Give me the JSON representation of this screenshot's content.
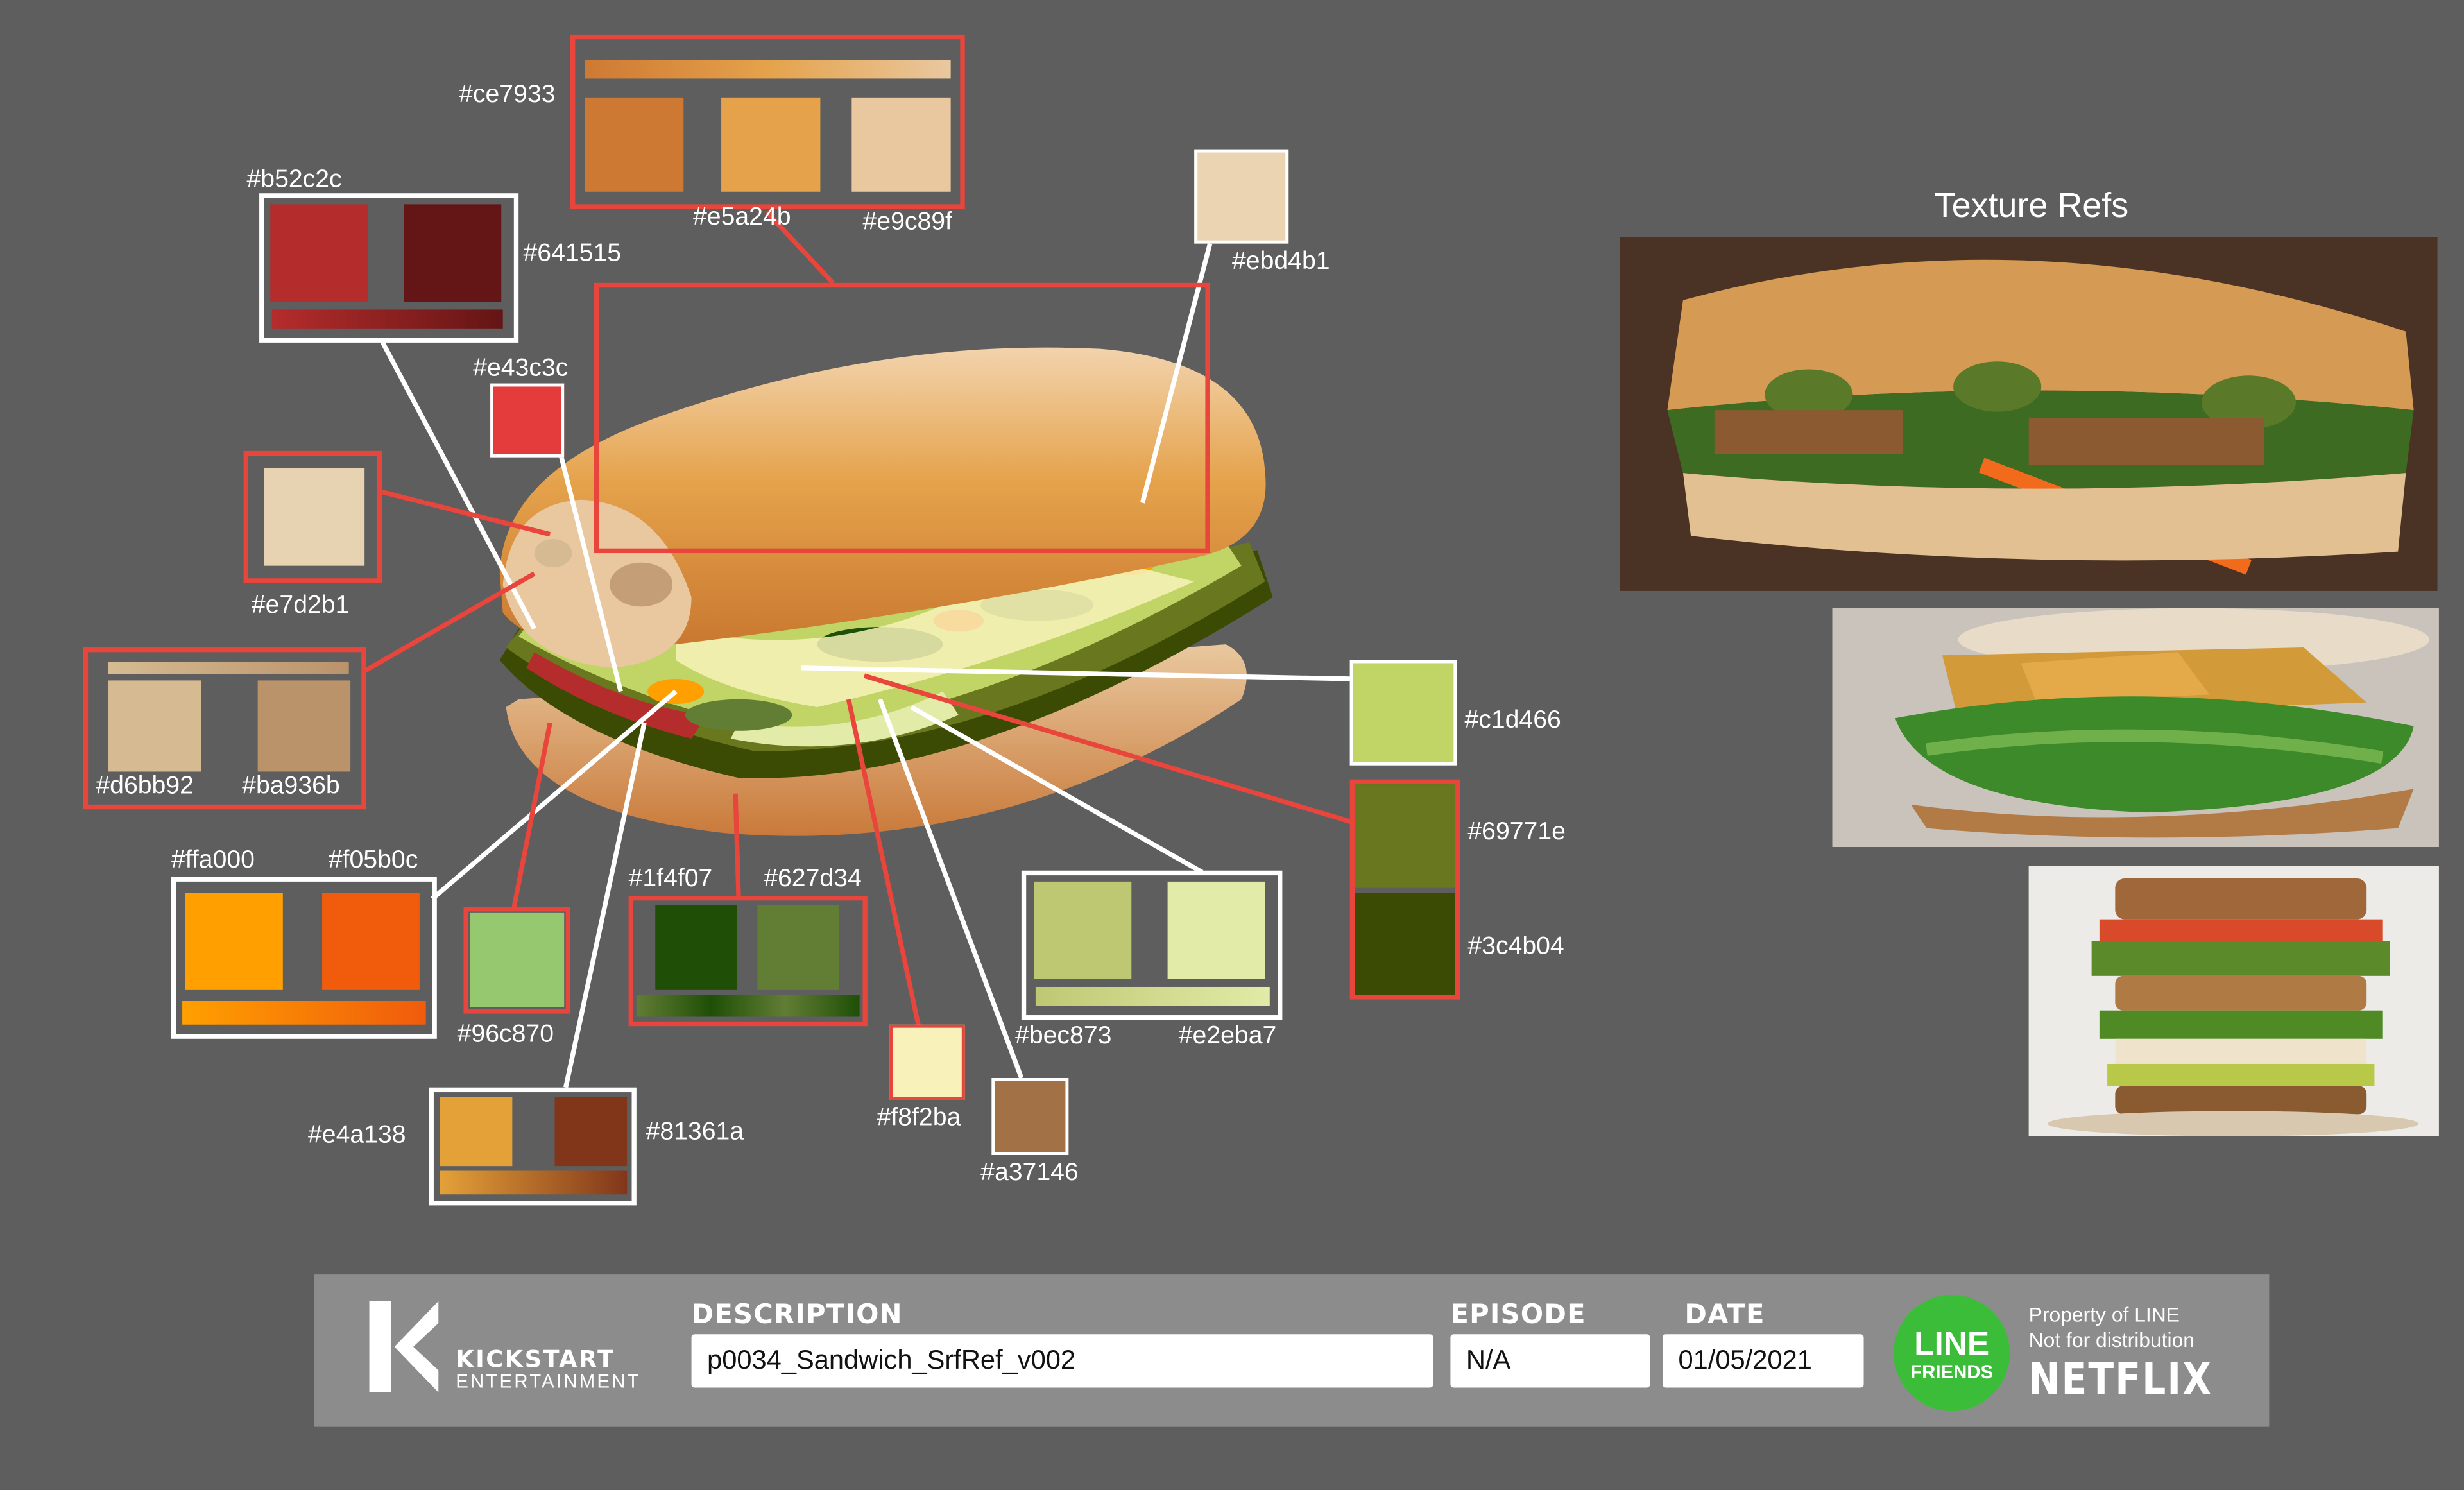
{
  "refs": {
    "title": "Texture Refs"
  },
  "palette": {
    "bun": {
      "strip": "#ce7933",
      "swatches": [
        "#ce7933",
        "#e5a24b",
        "#e9c89f"
      ]
    },
    "single_ebd4b1": "#ebd4b1",
    "reds": {
      "swatches": [
        "#b52c2c",
        "#641515"
      ]
    },
    "single_e43c3c": "#e43c3c",
    "single_e7d2b1": "#e7d2b1",
    "beiges": {
      "swatches": [
        "#d6bb92",
        "#ba936b"
      ]
    },
    "single_c1d466": "#c1d466",
    "greens_dark": {
      "swatches": [
        "#69771e",
        "#3c4b04"
      ]
    },
    "oranges": {
      "swatches": [
        "#ffa000",
        "#f05b0c"
      ]
    },
    "single_96c870": "#96c870",
    "leaf": {
      "swatches": [
        "#1f4f07",
        "#627d34"
      ]
    },
    "single_f8f2ba": "#f8f2ba",
    "single_a37146": "#a37146",
    "pale_greens": {
      "swatches": [
        "#bec873",
        "#e2eba7"
      ]
    },
    "crust": {
      "swatches": [
        "#e4a138",
        "#81361a"
      ]
    }
  },
  "footer": {
    "logo_main": "KICKSTART",
    "logo_sub": "ENTERTAINMENT",
    "description_label": "DESCRIPTION",
    "description_value": "p0034_Sandwich_SrfRef_v002",
    "episode_label": "EPISODE",
    "episode_value": "N/A",
    "date_label": "DATE",
    "date_value": "01/05/2021",
    "badge_line1": "LINE",
    "badge_line2": "FRIENDS",
    "property_line1": "Property of LINE",
    "property_line2": "Not for distribution",
    "studio": "NETFLIX"
  },
  "colors": {
    "frame_red": "#e8453c",
    "frame_white": "#ffffff",
    "background": "#5e5e5e",
    "footer_bg": "#8c8c8c",
    "badge_green": "#3cbd3a"
  }
}
